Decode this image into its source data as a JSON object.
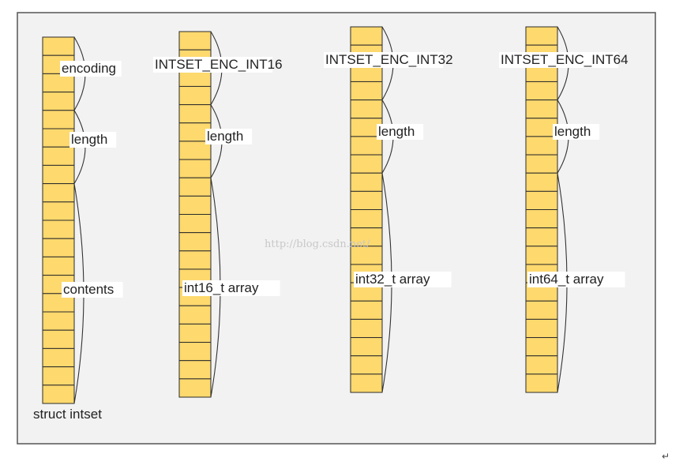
{
  "colors": {
    "cell_fill": "#FDD96E",
    "cell_stroke": "#2a2a2a",
    "panel_bg": "#F2F2F2",
    "panel_border": "#555555",
    "text": "#222222"
  },
  "watermark": "http://blog.csdn.net/",
  "return_mark": "↵",
  "columns": [
    {
      "caption": "struct intset",
      "cells": 20,
      "labels": [
        {
          "text": "encoding",
          "spans_cells": 4
        },
        {
          "text": "length",
          "spans_cells": 4
        },
        {
          "text": "contents",
          "spans_cells": 12
        }
      ]
    },
    {
      "caption": "",
      "cells": 20,
      "labels": [
        {
          "text": "INTSET_ENC_INT16",
          "spans_cells": 4
        },
        {
          "text": "length",
          "spans_cells": 4
        },
        {
          "text": "int16_t array",
          "spans_cells": 12
        }
      ]
    },
    {
      "caption": "",
      "cells": 20,
      "labels": [
        {
          "text": "INTSET_ENC_INT32",
          "spans_cells": 4
        },
        {
          "text": "length",
          "spans_cells": 4
        },
        {
          "text": "int32_t array",
          "spans_cells": 12
        }
      ]
    },
    {
      "caption": "",
      "cells": 20,
      "labels": [
        {
          "text": "INTSET_ENC_INT64",
          "spans_cells": 4
        },
        {
          "text": "length",
          "spans_cells": 4
        },
        {
          "text": "int64_t array",
          "spans_cells": 12
        }
      ]
    }
  ]
}
